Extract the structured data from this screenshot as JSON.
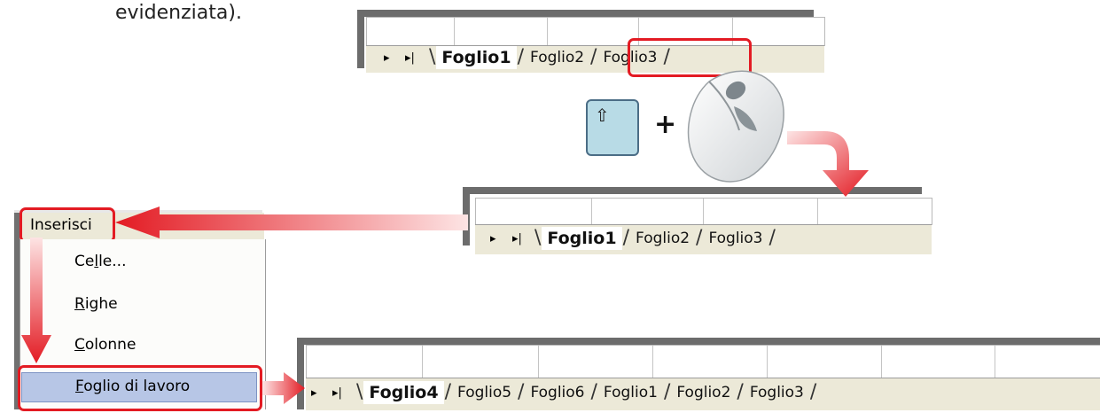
{
  "doc": {
    "top_text": "evidenziata)."
  },
  "sheetbar1": {
    "tabs": [
      {
        "label": "Foglio1",
        "active": true
      },
      {
        "label": "Foglio2",
        "active": false
      },
      {
        "label": "Foglio3",
        "active": false
      }
    ]
  },
  "sheetbar2": {
    "tabs": [
      {
        "label": "Foglio1",
        "active": true
      },
      {
        "label": "Foglio2",
        "active": false
      },
      {
        "label": "Foglio3",
        "active": false
      }
    ]
  },
  "sheetbar3": {
    "tabs": [
      {
        "label": "Foglio4",
        "active": true
      },
      {
        "label": "Foglio5",
        "active": false
      },
      {
        "label": "Foglio6",
        "active": false
      },
      {
        "label": "Foglio1",
        "active": false
      },
      {
        "label": "Foglio2",
        "active": false
      },
      {
        "label": "Foglio3",
        "active": false
      }
    ]
  },
  "nav": {
    "next": "▸",
    "last": "▸|"
  },
  "key": {
    "symbol": "⇧"
  },
  "plus": "+",
  "menu": {
    "title": "Inserisci",
    "items": [
      {
        "label": "Celle...",
        "underline_index": 2
      },
      {
        "label": "Righe",
        "underline_index": 0
      },
      {
        "label": "Colonne",
        "underline_index": 0
      },
      {
        "label": "Foglio di lavoro",
        "underline_index": 0
      }
    ]
  },
  "colors": {
    "highlight": "#e31b23",
    "arrow": "#f26b6b",
    "menu_highlight": "#b7c6e6"
  },
  "icons": [
    "mouse-icon",
    "shift-key-icon",
    "arrow-icon"
  ]
}
